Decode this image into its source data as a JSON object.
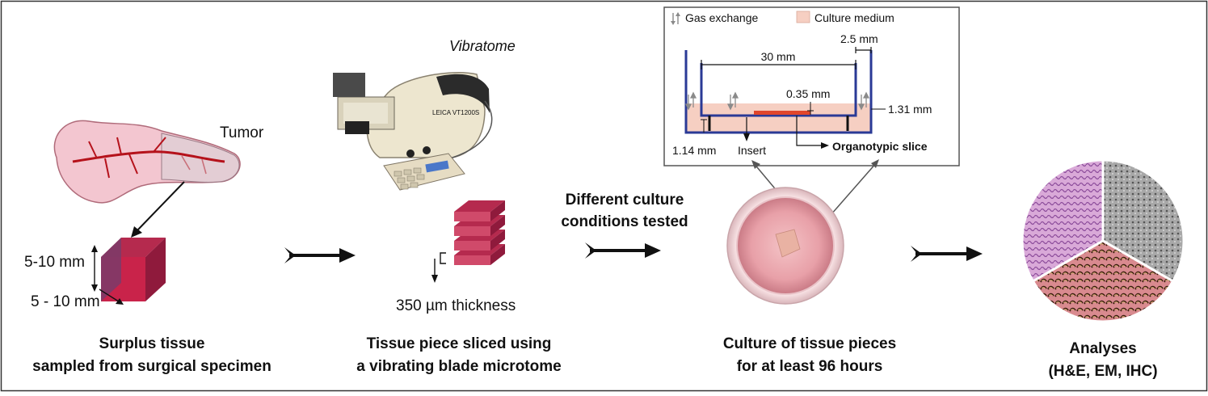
{
  "colors": {
    "tissue": "#c9234a",
    "tissue_side": "#7a3b6a",
    "medium": "#f6cfc2",
    "dish_wall": "#2a3a96",
    "slice": "#e0462b",
    "arrow": "#111111",
    "gas_arrow": "#8a8a8a"
  },
  "step1": {
    "tumor_label": "Tumor",
    "dim_height": "5-10 mm",
    "dim_depth": "5 - 10 mm",
    "caption_line1": "Surplus tissue",
    "caption_line2": "sampled from surgical specimen"
  },
  "step2": {
    "device_label": "Vibratome",
    "device_brand": "LEICA VT1200S",
    "thickness_label": "350 µm thickness",
    "caption_line1": "Tissue piece sliced using",
    "caption_line2": "a vibrating blade microtome"
  },
  "transition": {
    "line1": "Different culture",
    "line2": "conditions tested"
  },
  "inset": {
    "legend_gas": "Gas exchange",
    "legend_medium": "Culture medium",
    "dim_width": "30 mm",
    "dim_gap": "2.5 mm",
    "dim_slice": "0.35 mm",
    "dim_medium": "1.31 mm",
    "dim_feet": "1.14 mm",
    "insert_label": "Insert",
    "slice_label": "Organotypic slice"
  },
  "step3": {
    "caption_line1": "Culture of tissue pieces",
    "caption_line2": "for at least 96 hours"
  },
  "step4": {
    "caption_line1": "Analyses",
    "caption_line2": "(H&E, EM, IHC)"
  }
}
